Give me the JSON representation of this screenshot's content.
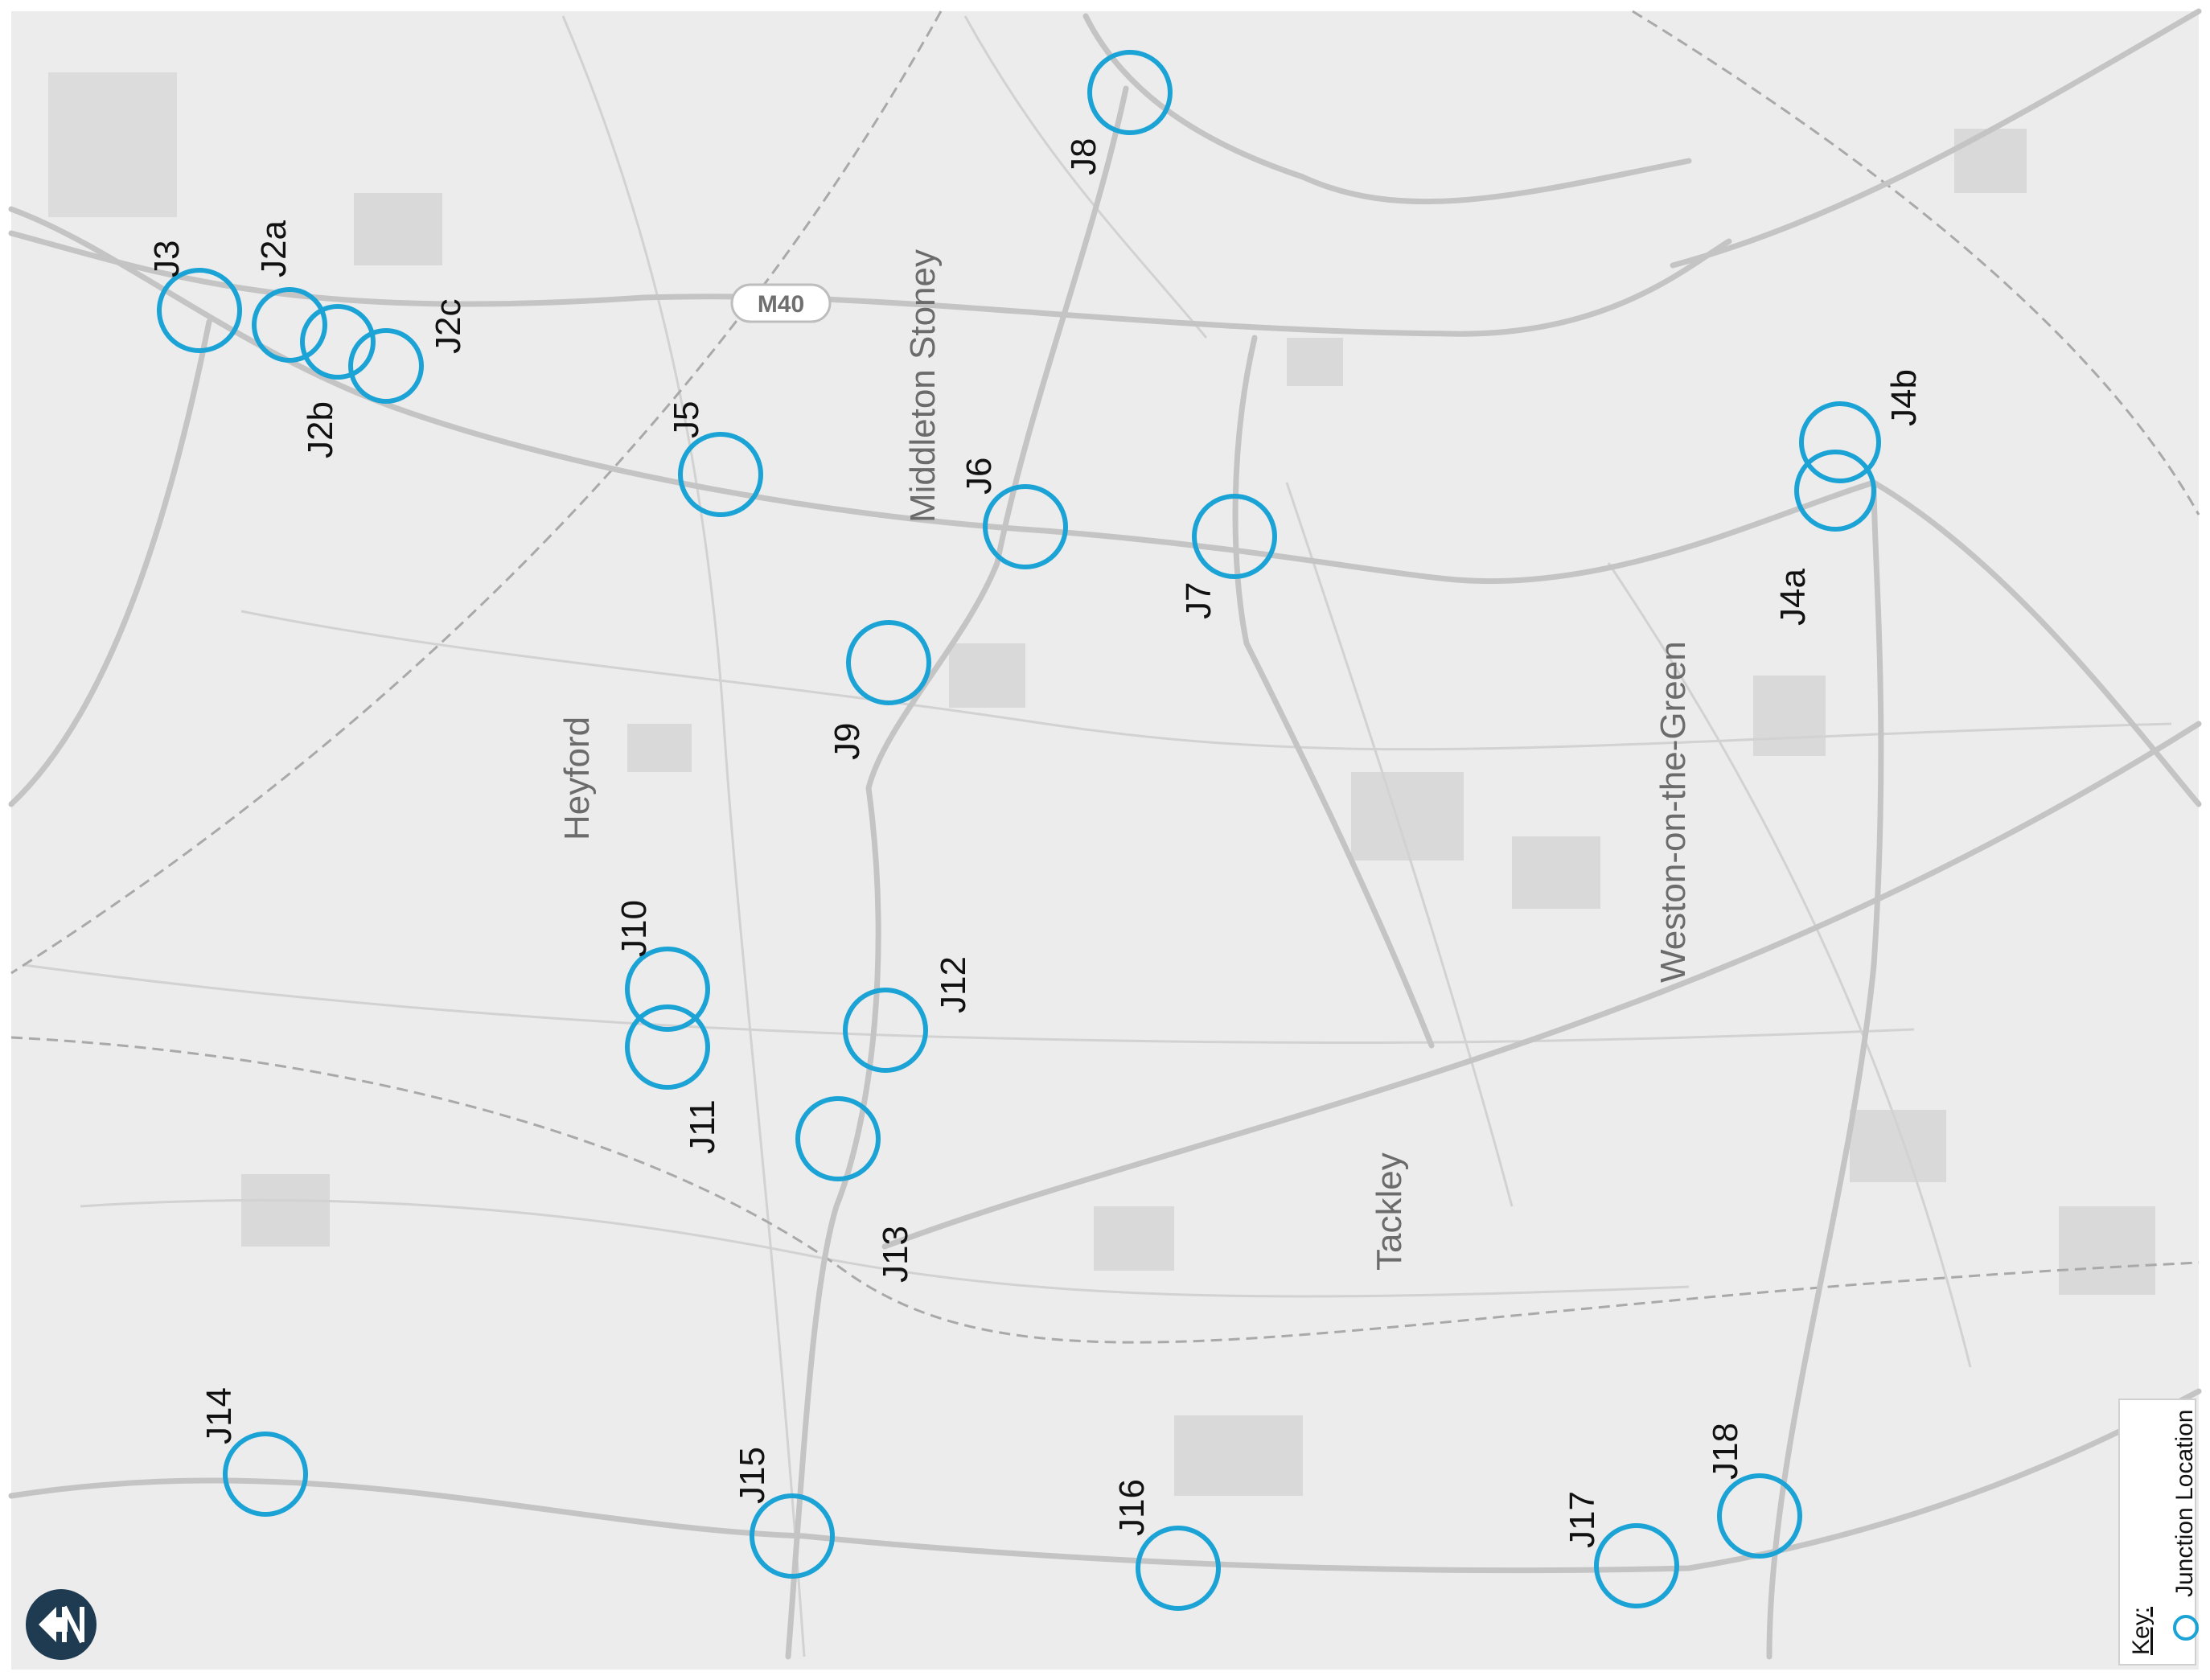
{
  "map": {
    "road_label": "M40",
    "places": {
      "middleton_stoney": "Middleton Stoney",
      "heyford": "Heyford",
      "weston": "Weston-on-the-Green",
      "tackley": "Tackley"
    },
    "junctions": {
      "j3": "J3",
      "j2a": "J2a",
      "j2b": "J2b",
      "j2c": "J2c",
      "j5": "J5",
      "j6": "J6",
      "j7": "J7",
      "j8": "J8",
      "j9": "J9",
      "j4a": "J4a",
      "j4b": "J4b",
      "j10": "J10",
      "j11": "J11",
      "j12": "J12",
      "j13": "J13",
      "j14": "J14",
      "j15": "J15",
      "j16": "J16",
      "j17": "J17",
      "j18": "J18"
    },
    "key": {
      "title": "Key:",
      "item_label": "Junction Location"
    },
    "colors": {
      "junction": "#1ba3d6",
      "background": "#ececec",
      "road": "#c4c4c4",
      "north_arrow": "#1f3b52"
    },
    "north_arrow_icon": "north-arrow-icon"
  }
}
